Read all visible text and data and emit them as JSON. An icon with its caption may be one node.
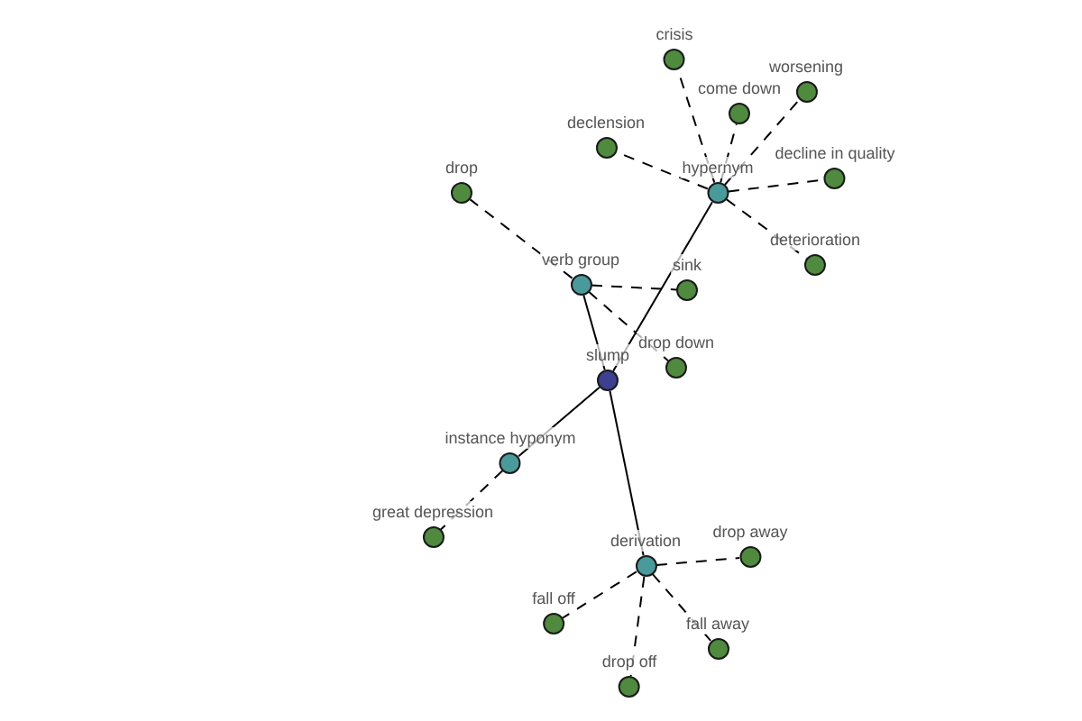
{
  "diagram": {
    "nodes": [
      {
        "text": [
          "slump"
        ]
      },
      {
        "text": [
          "hypernym"
        ]
      },
      {
        "text": [
          "verb group"
        ]
      },
      {
        "text": [
          "instance hyponym"
        ]
      },
      {
        "text": [
          "derivation"
        ]
      },
      {
        "text": [
          "crisis"
        ]
      },
      {
        "text": [
          "worsening"
        ]
      },
      {
        "text": [
          "come down"
        ]
      },
      {
        "text": [
          "declension"
        ]
      },
      {
        "text": [
          "decline in quality"
        ]
      },
      {
        "text": [
          "drop"
        ]
      },
      {
        "text": [
          "deterioration"
        ]
      },
      {
        "text": [
          "sink"
        ]
      },
      {
        "text": [
          "drop down"
        ]
      },
      {
        "text": [
          "great depression"
        ]
      },
      {
        "text": [
          "drop away"
        ]
      },
      {
        "text": [
          "fall off"
        ]
      },
      {
        "text": [
          "fall away"
        ]
      },
      {
        "text": [
          "drop off"
        ]
      }
    ],
    "edges": [
      {
        "from": 0,
        "to": 1,
        "arrow": "none"
      },
      {
        "from": 0,
        "to": 2,
        "arrow": "none"
      },
      {
        "from": 0,
        "to": 3,
        "arrow": "none"
      },
      {
        "from": 0,
        "to": 4,
        "arrow": "none"
      },
      {
        "from": 1,
        "to": 5,
        "arrow": "none",
        "style": "dashed"
      },
      {
        "from": 1,
        "to": 6,
        "arrow": "none",
        "style": "dashed"
      },
      {
        "from": 1,
        "to": 7,
        "arrow": "none",
        "style": "dashed"
      },
      {
        "from": 1,
        "to": 8,
        "arrow": "none",
        "style": "dashed"
      },
      {
        "from": 1,
        "to": 9,
        "arrow": "none",
        "style": "dashed"
      },
      {
        "from": 1,
        "to": 11,
        "arrow": "none",
        "style": "dashed"
      },
      {
        "from": 2,
        "to": 10,
        "arrow": "none",
        "style": "dashed"
      },
      {
        "from": 2,
        "to": 12,
        "arrow": "none",
        "style": "dashed"
      },
      {
        "from": 2,
        "to": 13,
        "arrow": "none",
        "style": "dashed"
      },
      {
        "from": 3,
        "to": 14,
        "arrow": "none",
        "style": "dashed"
      },
      {
        "from": 4,
        "to": 15,
        "arrow": "none",
        "style": "dashed"
      },
      {
        "from": 4,
        "to": 16,
        "arrow": "none",
        "style": "dashed"
      },
      {
        "from": 4,
        "to": 17,
        "arrow": "none",
        "style": "dashed"
      },
      {
        "from": 4,
        "to": 18,
        "arrow": "none",
        "style": "dashed"
      }
    ]
  }
}
